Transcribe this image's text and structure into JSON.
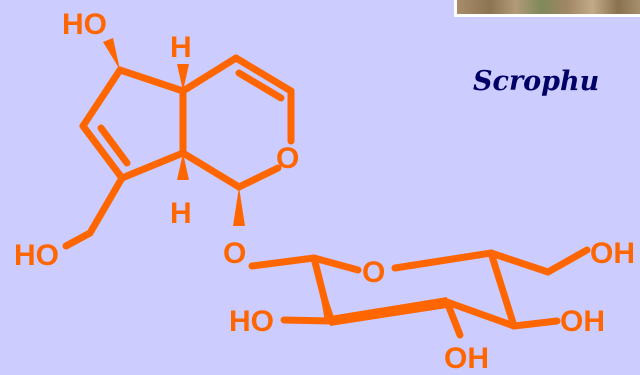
{
  "caption": "Scrophu",
  "colors": {
    "background": "#ccccff",
    "structure": "#ff6600",
    "caption": "#000066"
  },
  "labels": {
    "ho_top": "HO",
    "h_upper": "H",
    "h_lower": "H",
    "o_ring": "O",
    "ho_left": "HO",
    "o_glycosidic": "O",
    "o_sugar_ring": "O",
    "oh_right": "OH",
    "ho_sugar": "HO",
    "oh_sugar_right": "OH",
    "oh_bottom": "OH"
  }
}
